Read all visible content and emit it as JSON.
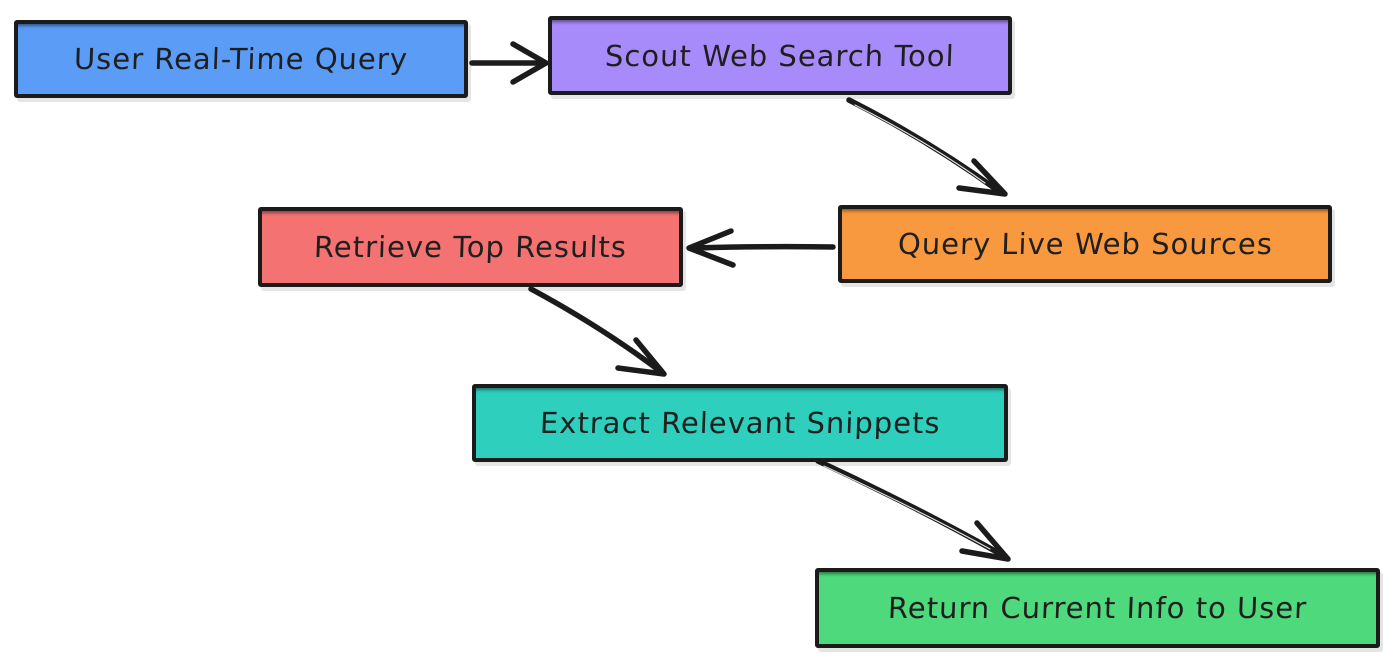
{
  "diagram": {
    "background_color": "#ffffff",
    "stroke_color": "#1b1b1b",
    "text_color": "#1f1f1f",
    "nodes": [
      {
        "id": "user-real-time-query",
        "label": "User Real-Time Query",
        "color": "#5b9cf6"
      },
      {
        "id": "scout-web-search-tool",
        "label": "Scout Web Search Tool",
        "color": "#a78bfa"
      },
      {
        "id": "query-live-web-sources",
        "label": "Query Live Web Sources",
        "color": "#f9993f"
      },
      {
        "id": "retrieve-top-results",
        "label": "Retrieve Top Results",
        "color": "#f47272"
      },
      {
        "id": "extract-relevant-snippets",
        "label": "Extract Relevant Snippets",
        "color": "#2ecfbd"
      },
      {
        "id": "return-current-info-to-user",
        "label": "Return Current Info to User",
        "color": "#4eda7c"
      }
    ],
    "edges": [
      {
        "from": "user-real-time-query",
        "to": "scout-web-search-tool"
      },
      {
        "from": "scout-web-search-tool",
        "to": "query-live-web-sources"
      },
      {
        "from": "query-live-web-sources",
        "to": "retrieve-top-results"
      },
      {
        "from": "retrieve-top-results",
        "to": "extract-relevant-snippets"
      },
      {
        "from": "extract-relevant-snippets",
        "to": "return-current-info-to-user"
      }
    ]
  }
}
